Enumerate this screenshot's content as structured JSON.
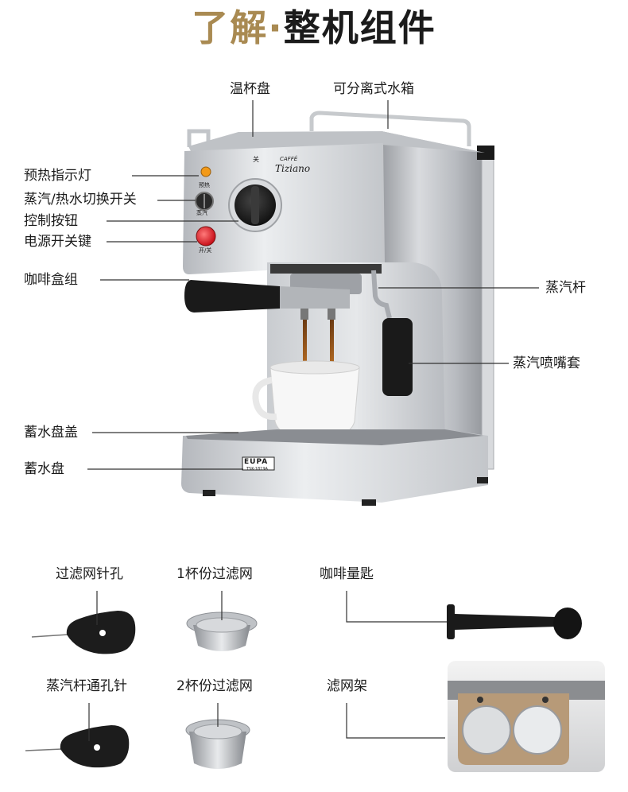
{
  "title": {
    "accent": "了解",
    "dot": "·",
    "main": "整机组件"
  },
  "machine_labels": {
    "cup_warmer": "温杯盘",
    "water_tank": "可分离式水箱",
    "preheat_light": "预热指示灯",
    "steam_switch": "蒸汽/热水切换开关",
    "control_knob": "控制按钮",
    "power_key": "电源开关键",
    "portafilter": "咖啡盒组",
    "steam_wand": "蒸汽杆",
    "steam_sleeve": "蒸汽喷嘴套",
    "drip_cover": "蓄水盘盖",
    "drip_tray": "蓄水盘"
  },
  "brand": {
    "logo": "EUPA",
    "caffe": "CAFFÉ",
    "tiziano": "Tiziano",
    "model": "TSK-1819A"
  },
  "panel": {
    "preheat_text": "预热",
    "steam_text": "蒸汽",
    "power_text": "开/关",
    "knob_top": "关"
  },
  "accessories": {
    "filter_needle": "过滤网针孔",
    "filter_1cup": "1杯份过滤网",
    "coffee_spoon": "咖啡量匙",
    "steam_needle": "蒸汽杆通孔针",
    "filter_2cup": "2杯份过滤网",
    "filter_holder": "滤网架"
  }
}
